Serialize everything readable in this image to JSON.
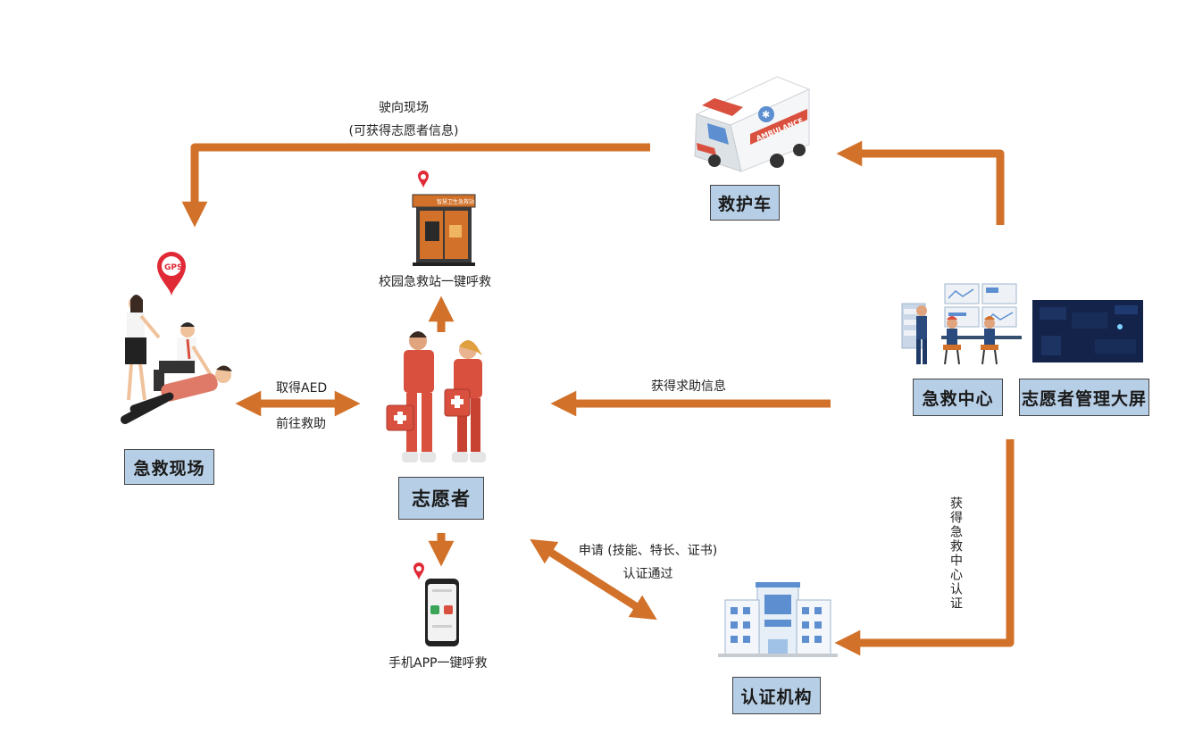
{
  "colors": {
    "arrow": "#d2722a",
    "label_fill": "#b7cfe6",
    "label_border": "#444444",
    "gps_pin": "#e02a36",
    "uniform_red": "#d9503e",
    "screen_dark": "#14234a"
  },
  "nodes": {
    "ambulance": "救护车",
    "scene": "急救现场",
    "volunteer": "志愿者",
    "emergency_center": "急救中心",
    "volunteer_screen": "志愿者管理大屏",
    "certification": "认证机构"
  },
  "captions": {
    "drive_line1": "驶向现场",
    "drive_line2": "(可获得志愿者信息)",
    "campus_station": "校园急救站一键呼救",
    "get_aed": "取得AED",
    "go_rescue": "前往救助",
    "help_info": "获得求助信息",
    "apply_line1": "申请 (技能、特长、证书)",
    "apply_line2": "认证通过",
    "center_cert": "获得急救中心认证",
    "phone_app": "手机APP一键呼救"
  },
  "icons": {
    "gps": "GPS",
    "ambulance_text": "AMBULANCE"
  }
}
